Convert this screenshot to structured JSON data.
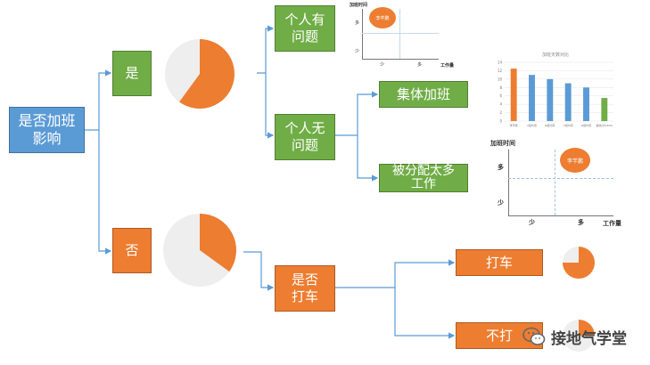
{
  "nodes": {
    "root": "是否加班\n影响",
    "yes": "是",
    "no": "否",
    "personal_issue": "个人有\n问题",
    "personal_no_issue": "个人无\n问题",
    "group_overtime": "集体加班",
    "too_much_work": "被分配太多\n工作",
    "take_taxi": "是否\n打车",
    "taxi": "打车",
    "no_taxi": "不打"
  },
  "pies": {
    "yes_share": 0.6,
    "no_share": 0.35,
    "taxi_share": 0.75,
    "no_taxi_share": 0.25
  },
  "matrix_small": {
    "y_title": "加班时间",
    "x_title": "工作量",
    "y_high": "多",
    "y_low": "少",
    "x_low": "少",
    "x_high": "多",
    "bubble": "李芊鹏"
  },
  "matrix_large": {
    "y_title": "加班时间",
    "x_title": "工作量",
    "y_high": "多",
    "y_low": "少",
    "x_low": "少",
    "x_high": "多",
    "bubble": "李芊鹏"
  },
  "chart_data": {
    "type": "bar",
    "title": "加班天数对比",
    "categories": [
      "李芊鹏",
      "A组均值",
      "B组均值",
      "C组均值",
      "D组均值",
      "其他(约1300)"
    ],
    "values": [
      12.5,
      11,
      10,
      9,
      8,
      5.5
    ],
    "colors": [
      "#ed7d31",
      "#5b9bd5",
      "#5b9bd5",
      "#5b9bd5",
      "#5b9bd5",
      "#70ad47"
    ],
    "yticks": [
      "14",
      "12",
      "10",
      "8",
      "6",
      "4",
      "2",
      "0"
    ],
    "ylim": [
      0,
      14
    ]
  },
  "watermark": {
    "text": "接地气学堂",
    "icon": "wechat-icon"
  },
  "colors": {
    "blue": "#5b9bd5",
    "green": "#70ad47",
    "orange": "#ed7d31",
    "pie_bg": "#eeeeee",
    "connector": "#5b9bd5"
  }
}
